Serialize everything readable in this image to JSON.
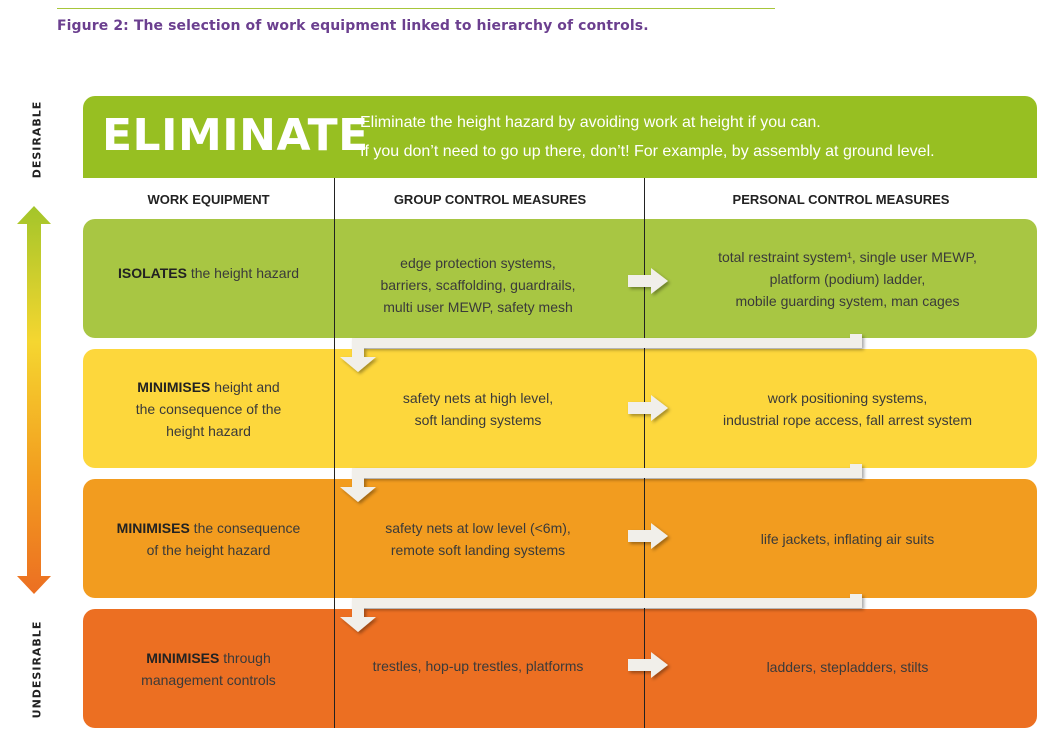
{
  "caption": "Figure 2: The selection of work equipment linked to hierarchy of controls.",
  "axis": {
    "top_label": "DESIRABLE",
    "bottom_label": "UNDESIRABLE"
  },
  "eliminate": {
    "title": "ELIMINATE",
    "line1": "Eliminate the height hazard by avoiding work at height if you can.",
    "line2": "If you don’t need to go up there, don’t! For example, by assembly at ground level."
  },
  "headers": {
    "equipment": "WORK EQUIPMENT",
    "group": "GROUP CONTROL MEASURES",
    "personal": "PERSONAL CONTROL MEASURES"
  },
  "rows": [
    {
      "keyword": "ISOLATES",
      "rest": [
        " the height hazard"
      ],
      "group": [
        "edge protection systems,",
        "barriers, scaffolding, guardrails,",
        "multi user MEWP, safety mesh"
      ],
      "personal": [
        "total restraint system¹, single user MEWP,",
        "platform (podium) ladder,",
        "mobile guarding system, man cages"
      ],
      "color": "#a8c643"
    },
    {
      "keyword": "MINIMISES",
      "rest": [
        " height and",
        "the consequence of the",
        "height hazard"
      ],
      "group": [
        "safety nets at high level,",
        "soft landing systems"
      ],
      "personal": [
        "work positioning systems,",
        "industrial rope access, fall arrest system"
      ],
      "color": "#fdd73c"
    },
    {
      "keyword": "MINIMISES",
      "rest": [
        " the consequence",
        "of the height hazard"
      ],
      "group": [
        "safety nets at low level (<6m),",
        "remote soft landing systems"
      ],
      "personal": [
        "life jackets, inflating air suits"
      ],
      "color": "#f29c1f"
    },
    {
      "keyword": "MINIMISES",
      "rest": [
        " through",
        "management controls"
      ],
      "group": [
        "trestles, hop-up trestles, platforms"
      ],
      "personal": [
        "ladders, stepladders, stilts"
      ],
      "color": "#ec6f22"
    }
  ],
  "colors": {
    "eliminate": "#97bf22",
    "arrow_top": "#97bf22",
    "arrow_bottom": "#ec6f22",
    "caption": "#6b3f8f"
  }
}
